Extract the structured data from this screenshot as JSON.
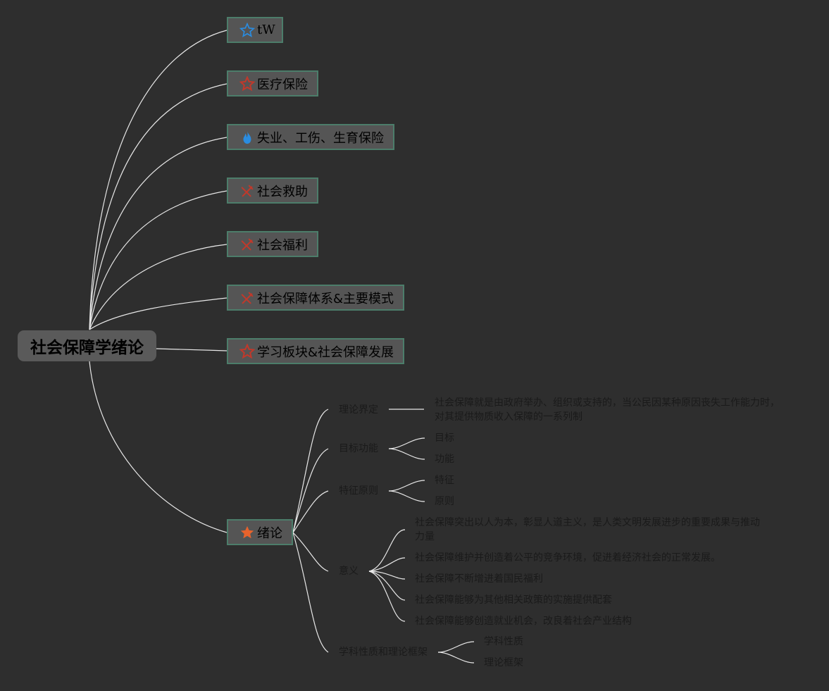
{
  "root": "社会保障学绪论",
  "main_nodes": [
    {
      "label": "tW",
      "icon": "blue-star-outline-icon"
    },
    {
      "label": "医疗保险",
      "icon": "red-star-outline-icon"
    },
    {
      "label": "失业、工伤、生育保险",
      "icon": "blue-flame-icon"
    },
    {
      "label": "社会救助",
      "icon": "red-tools-icon"
    },
    {
      "label": "社会福利",
      "icon": "red-tools-icon"
    },
    {
      "label": "社会保障体系&主要模式",
      "icon": "red-tools-icon"
    },
    {
      "label": "学习板块&社会保障发展",
      "icon": "red-star-outline-icon"
    },
    {
      "label": "绪论",
      "icon": "orange-star-icon"
    }
  ],
  "xulun": {
    "theory_def": {
      "label": "理论界定",
      "text": "社会保障就是由政府举办、组织或支持的，当公民因某种原因丧失工作能力时，对其提供物质收入保障的一系列制"
    },
    "goal_function": {
      "label": "目标功能",
      "children": [
        "目标",
        "功能"
      ]
    },
    "feature_principle": {
      "label": "特征原则",
      "children": [
        "特征",
        "原则"
      ]
    },
    "meaning": {
      "label": "意义",
      "children": [
        "社会保障突出以人为本，彰显人道主义，是人类文明发展进步的重要成果与推动力量",
        "社会保障维护并创造着公平的竞争环境，促进着经济社会的正常发展。",
        "社会保障不断增进着国民福利",
        "社会保障能够为其他相关政策的实施提供配套",
        "社会保障能够创造就业机会，改良着社会产业结构"
      ]
    },
    "discipline": {
      "label": "学科性质和理论框架",
      "children": [
        "学科性质",
        "理论框架"
      ]
    }
  },
  "colors": {
    "background": "#2e2e2e",
    "node_fill": "#555555",
    "node_border": "#4c7d6a",
    "line": "#e8e8e8",
    "blue": "#2a8ce0",
    "red": "#c0392b",
    "orange": "#e8632c"
  }
}
